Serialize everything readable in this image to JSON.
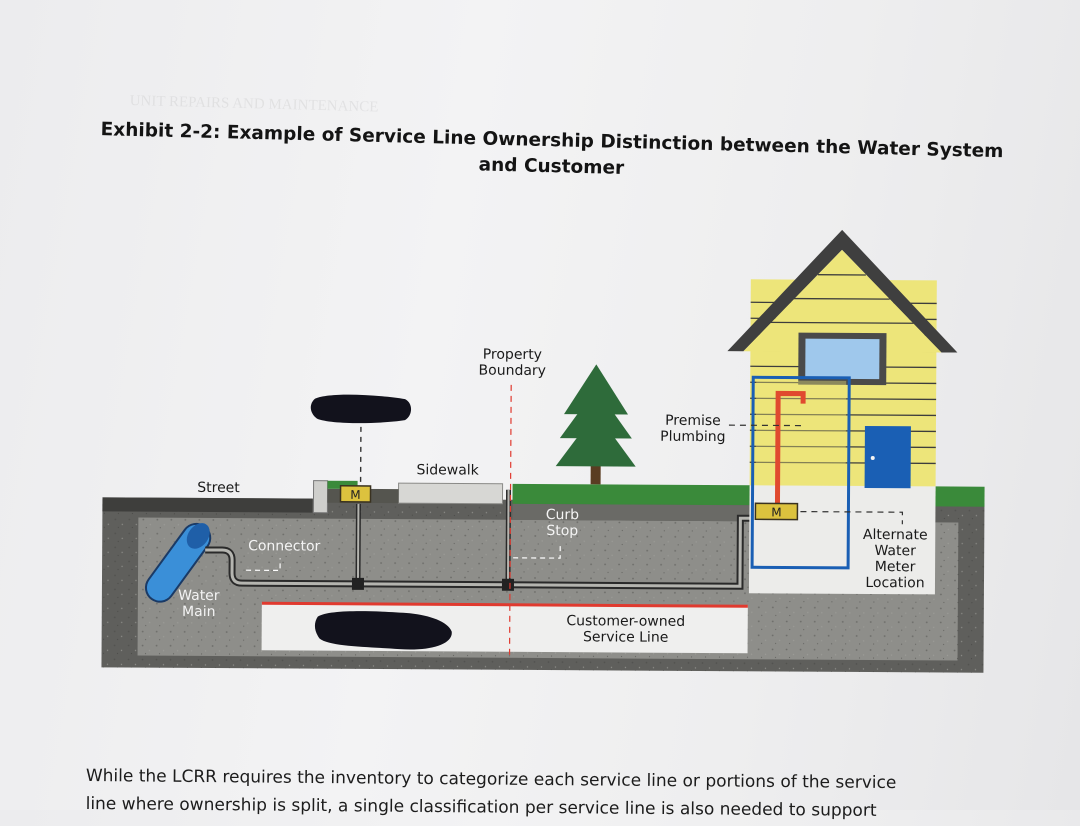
{
  "title": "Exhibit 2-2: Example of Service Line Ownership Distinction between the Water System and Customer",
  "labels": {
    "property_boundary_1": "Property",
    "property_boundary_2": "Boundary",
    "premise_plumbing_1": "Premise",
    "premise_plumbing_2": "Plumbing",
    "street": "Street",
    "sidewalk": "Sidewalk",
    "curb_stop_1": "Curb",
    "curb_stop_2": "Stop",
    "connector": "Connector",
    "water_main_1": "Water",
    "water_main_2": "Main",
    "alternate_meter_1": "Alternate",
    "alternate_meter_2": "Water",
    "alternate_meter_3": "Meter",
    "alternate_meter_4": "Location",
    "customer_owned_1": "Customer-owned",
    "customer_owned_2": "Service Line",
    "meter_symbol": "M"
  },
  "body_text": {
    "line1": "While the LCRR requires the inventory to categorize each service line or portions of the service",
    "line2": "line where ownership is split, a single classification per service line is also needed to support"
  },
  "colors": {
    "soil": "#5f5f5c",
    "trench": "#8e8e8a",
    "grass": "#3a8a3a",
    "house_siding": "#ede57a",
    "roof": "#3f3f3f",
    "door": "#1a5fb4",
    "meter": "#dcc23e",
    "red_line": "#e03a2f",
    "water_main": "#3a8fd8",
    "tree": "#2e6b3a"
  }
}
